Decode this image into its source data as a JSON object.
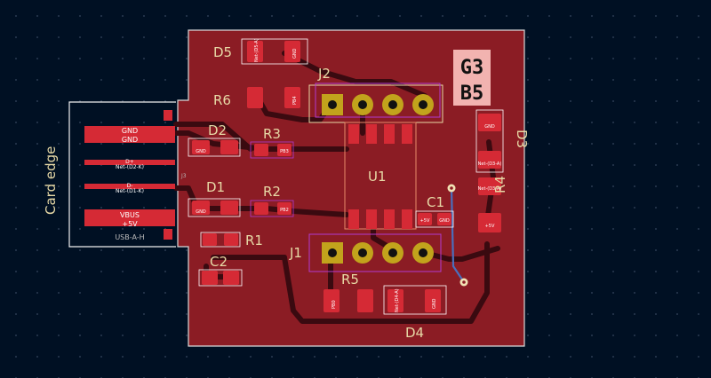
{
  "board": {
    "edge_label": "Card edge",
    "revision_line1": "G3",
    "revision_line2": "B5",
    "colors": {
      "background": "#001023",
      "copper": "#8b1c24",
      "pad": "#d52a35",
      "silk": "#e7d9a6",
      "via_gold": "#c2a31c",
      "outline": "#d9d9d9",
      "back_trace": "#4a6fbd",
      "courtyard": "#b23ad1"
    }
  },
  "usb": {
    "ref": "J3",
    "footprint": "USB-A-H",
    "pins": [
      {
        "name": "GND",
        "net": "GND"
      },
      {
        "name": "D+",
        "net": "Net-(D2-K)"
      },
      {
        "name": "D-",
        "net": "Net-(D1-K)"
      },
      {
        "name": "VBUS",
        "net": "+5V"
      }
    ]
  },
  "components": {
    "D5": {
      "ref": "D5",
      "pad1": "GND",
      "pad2": "Net-(D5-A)"
    },
    "R6": {
      "ref": "R6",
      "pad1": "",
      "pad2": "PB4"
    },
    "J2": {
      "ref": "J2"
    },
    "D2": {
      "ref": "D2",
      "pad1": "",
      "pad2": "GND"
    },
    "R3": {
      "ref": "R3",
      "pad1": "",
      "pad2": "PB3"
    },
    "U1": {
      "ref": "U1"
    },
    "D1": {
      "ref": "D1",
      "pad1": "",
      "pad2": "GND"
    },
    "R2": {
      "ref": "R2",
      "pad1": "",
      "pad2": "PB2"
    },
    "C1": {
      "ref": "C1",
      "pad1": "+5V",
      "pad2": "GND"
    },
    "R1": {
      "ref": "R1"
    },
    "C2": {
      "ref": "C2"
    },
    "J1": {
      "ref": "J1"
    },
    "R5": {
      "ref": "R5",
      "pad1": "PB0",
      "pad2": ""
    },
    "D4": {
      "ref": "D4",
      "pad1": "Net-(D4-A)",
      "pad2": "GND"
    },
    "D3": {
      "ref": "D3",
      "pad1": "GND",
      "pad2": "Net-(D3-A)"
    },
    "R4": {
      "ref": "R4",
      "pad1": "Net-(D3-A)",
      "pad2": "+5V"
    }
  }
}
